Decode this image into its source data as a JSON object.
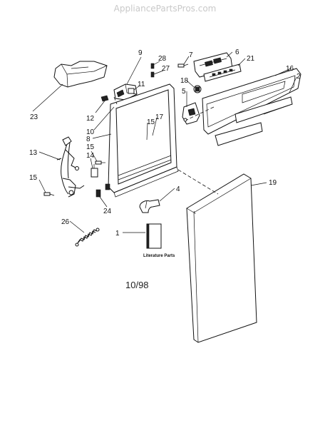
{
  "watermark": "AppliancePartsPros.com",
  "date_code": "10/98",
  "literature_label": "Literature Parts",
  "callouts": {
    "c1": "1",
    "c2": "2",
    "c4": "4",
    "c5": "5",
    "c6": "6",
    "c7": "7",
    "c8": "8",
    "c9": "9",
    "c10": "10",
    "c11": "11",
    "c12": "12",
    "c13": "13",
    "c14": "14",
    "c15a": "15",
    "c15b": "15",
    "c15c": "15",
    "c16": "16",
    "c17": "17",
    "c18": "18",
    "c19": "19",
    "c21": "21",
    "c23": "23",
    "c24": "24",
    "c26": "26",
    "c27": "27",
    "c28": "28"
  }
}
